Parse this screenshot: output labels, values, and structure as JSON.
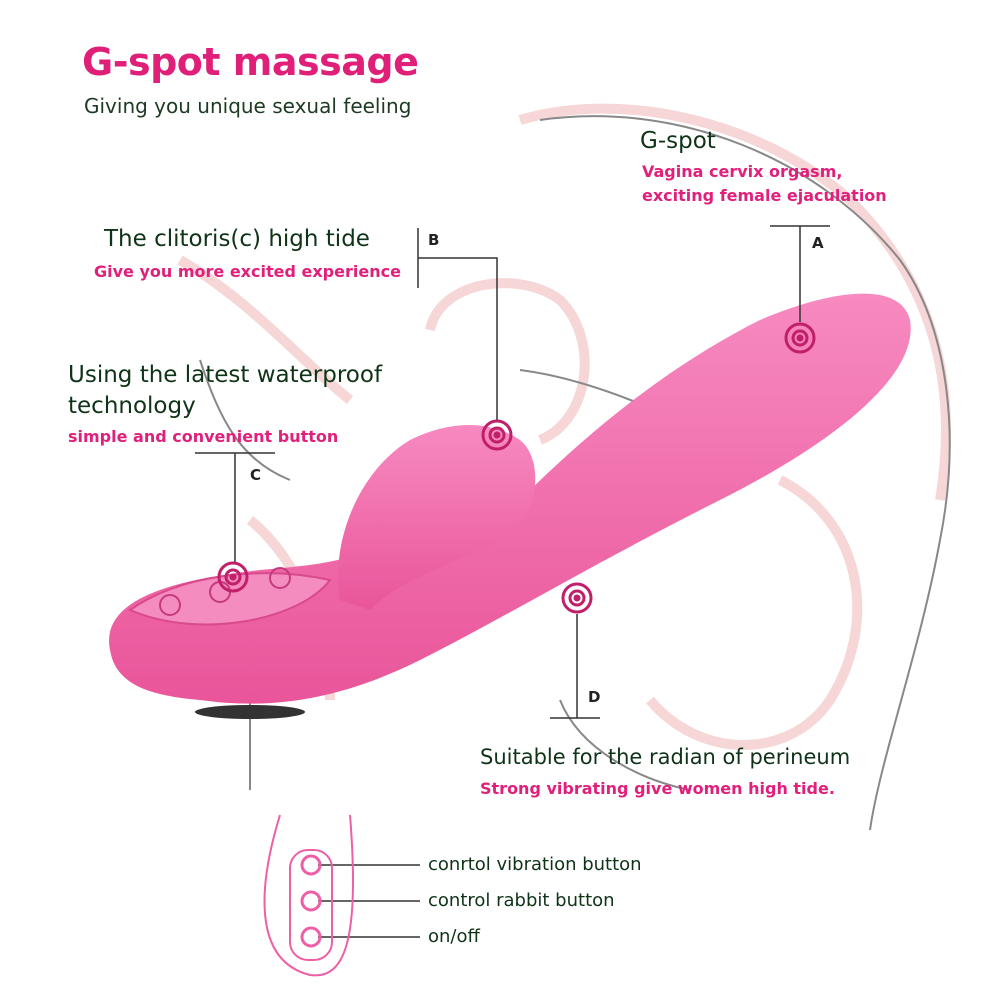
{
  "header": {
    "title": "G-spot massage",
    "subtitle": "Giving you unique sexual feeling"
  },
  "callouts": {
    "a": {
      "letter": "A",
      "title": "G-spot",
      "line1": "Vagina cervix orgasm,",
      "line2": "exciting female ejaculation"
    },
    "b": {
      "letter": "B",
      "title": "The clitoris(c) high tide",
      "desc": "Give you more excited experience"
    },
    "c": {
      "letter": "C",
      "title_line1": "Using the latest waterproof",
      "title_line2": "technology",
      "desc": "simple and convenient button"
    },
    "d": {
      "letter": "D",
      "title": "Suitable for the radian of perineum",
      "desc": "Strong vibrating give women  high tide."
    }
  },
  "legend": {
    "items": [
      {
        "label": "conrtol vibration button",
        "icon": "vibration-icon"
      },
      {
        "label": "control rabbit button",
        "icon": "rabbit-icon"
      },
      {
        "label": "on/off",
        "icon": "power-icon"
      }
    ]
  },
  "colors": {
    "accent": "#e01f78",
    "device": "#f06aa6",
    "text": "#0f3317",
    "anatomy": "#f6d3d3"
  }
}
